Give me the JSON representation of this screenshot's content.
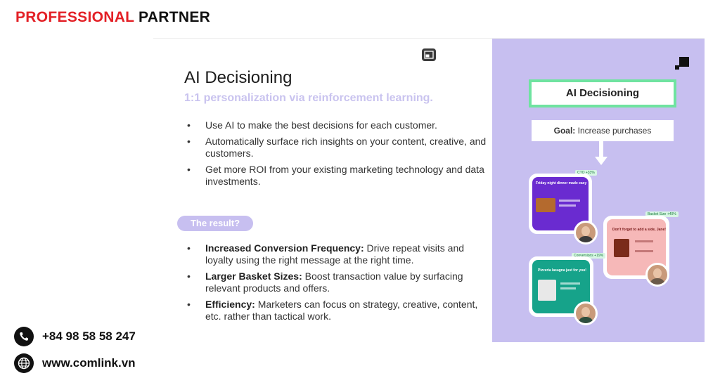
{
  "brand": {
    "part1": "PROFESSIONAL",
    "part2": "PARTNER"
  },
  "slide": {
    "title": "AI Decisioning",
    "subtitle": "1:1 personalization via reinforcement learning.",
    "bullets": [
      "Use AI to make the best decisions for each customer.",
      "Automatically surface rich insights on your content, creative, and customers.",
      "Get more ROI from your existing marketing technology and data investments."
    ],
    "result_pill": "The result?",
    "results": [
      {
        "bold": "Increased Conversion Frequency:",
        "text": " Drive repeat visits and loyalty using the right message at the right time."
      },
      {
        "bold": "Larger Basket Sizes:",
        "text": " Boost transaction value by surfacing relevant products and offers."
      },
      {
        "bold": "Efficiency:",
        "text": " Marketers can focus on strategy, creative, content, etc. rather than tactical work."
      }
    ]
  },
  "panel": {
    "ai_box": "AI Decisioning",
    "goal_label": "Goal:",
    "goal_text": " Increase purchases",
    "card1": {
      "tag": "CTO +33%",
      "headline": "Friday night dinner made easy"
    },
    "card2": {
      "tag": "Basket Size +40%",
      "headline": "Don't forget to add a side, Jane!"
    },
    "card3": {
      "tag": "Conversions +19%",
      "headline": "Pizzeria lasagna just for you!"
    }
  },
  "contacts": {
    "phone": "+84 98 58 58 247",
    "website": "www.comlink.vn"
  },
  "colors": {
    "brand_red": "#e32026",
    "panel_purple": "#c7bff0",
    "ai_box_border": "#6fe3a0",
    "card1": "#6a2bd0",
    "card2": "#f6b8b8",
    "card3": "#16a38a"
  }
}
